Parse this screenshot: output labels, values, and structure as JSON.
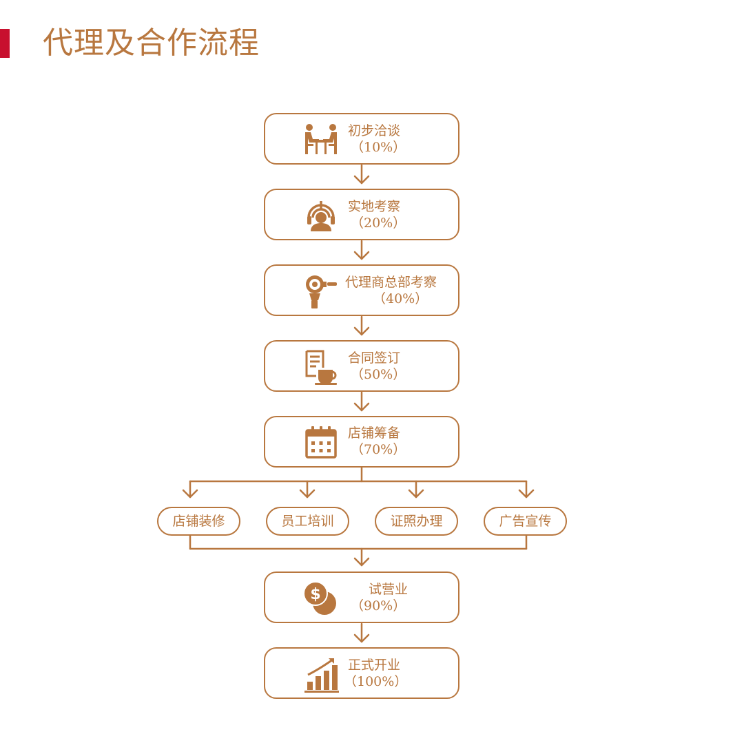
{
  "title": "代理及合作流程",
  "colors": {
    "accent": "#b8773f",
    "title_bar": "#c8102e"
  },
  "steps": [
    {
      "label": "初步洽谈",
      "percent": "（10%）",
      "icon": "meeting-icon"
    },
    {
      "label": "实地考察",
      "percent": "（20%）",
      "icon": "inspector-icon"
    },
    {
      "label": "代理商总部考察",
      "percent": "（40%）",
      "icon": "magnifier-icon"
    },
    {
      "label": "合同签订",
      "percent": "（50%）",
      "icon": "contract-coffee-icon"
    },
    {
      "label": "店铺筹备",
      "percent": "（70%）",
      "icon": "calendar-icon"
    },
    {
      "label": "试营业",
      "percent": "（90%）",
      "icon": "coins-icon"
    },
    {
      "label": "正式开业",
      "percent": "（100%）",
      "icon": "growth-chart-icon"
    }
  ],
  "branches": [
    {
      "label": "店铺装修"
    },
    {
      "label": "员工培训"
    },
    {
      "label": "证照办理"
    },
    {
      "label": "广告宣传"
    }
  ]
}
